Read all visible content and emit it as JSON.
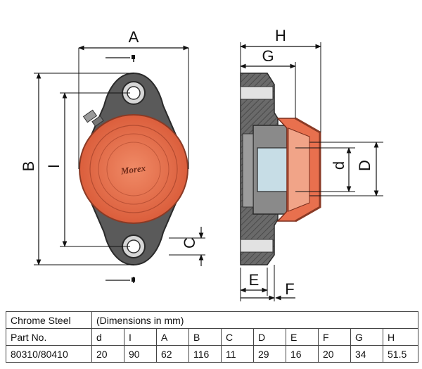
{
  "drawing": {
    "labels": {
      "A": "A",
      "B": "B",
      "I": "I",
      "C": "C",
      "H": "H",
      "G": "G",
      "D": "D",
      "d": "d",
      "E": "E",
      "F": "F"
    },
    "brand": "Morex",
    "colors": {
      "cap": "#e8704e",
      "body": "#5c5c5c",
      "seal": "#b84a37",
      "insert": "#c7dde6"
    }
  },
  "table": {
    "row1": {
      "material": "Chrome Steel",
      "note": "(Dimensions in mm)"
    },
    "headers": [
      "Part No.",
      "d",
      "I",
      "A",
      "B",
      "C",
      "D",
      "E",
      "F",
      "G",
      "H"
    ],
    "values": [
      "80310/80410",
      "20",
      "90",
      "62",
      "116",
      "11",
      "29",
      "16",
      "20",
      "34",
      "51.5"
    ]
  }
}
